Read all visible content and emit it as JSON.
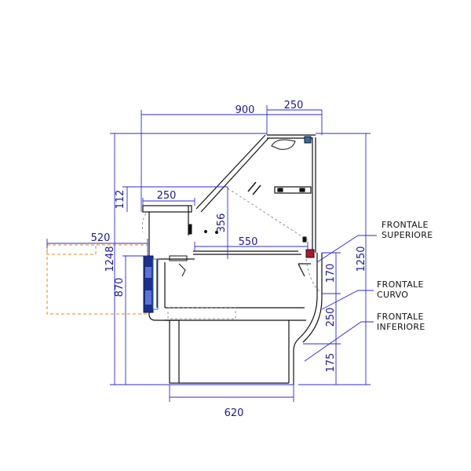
{
  "colors": {
    "dimension_line": "#2b2bd6",
    "outline": "#111111",
    "dashed": "#7a7a7a",
    "counter_outline": "#e08a2a",
    "control_panel": "#1d2f8a"
  },
  "dimensions": {
    "width_total": "900",
    "top_depth": "250",
    "height_upper": "112",
    "shelf_depth": "250",
    "shelf_height": "356",
    "glass_depth": "550",
    "counter_extension": "520",
    "height_left": "1248",
    "height_mid": "870",
    "height_right": "1250",
    "front_upper": "170",
    "front_curved": "250",
    "front_lower": "175",
    "base_width": "620"
  },
  "labels": {
    "frontale_superiore_1": "FRONTALE",
    "frontale_superiore_2": "SUPERIORE",
    "frontale_curvo_1": "FRONTALE",
    "frontale_curvo_2": "CURVO",
    "frontale_inferiore_1": "FRONTALE",
    "frontale_inferiore_2": "INFERIORE"
  }
}
